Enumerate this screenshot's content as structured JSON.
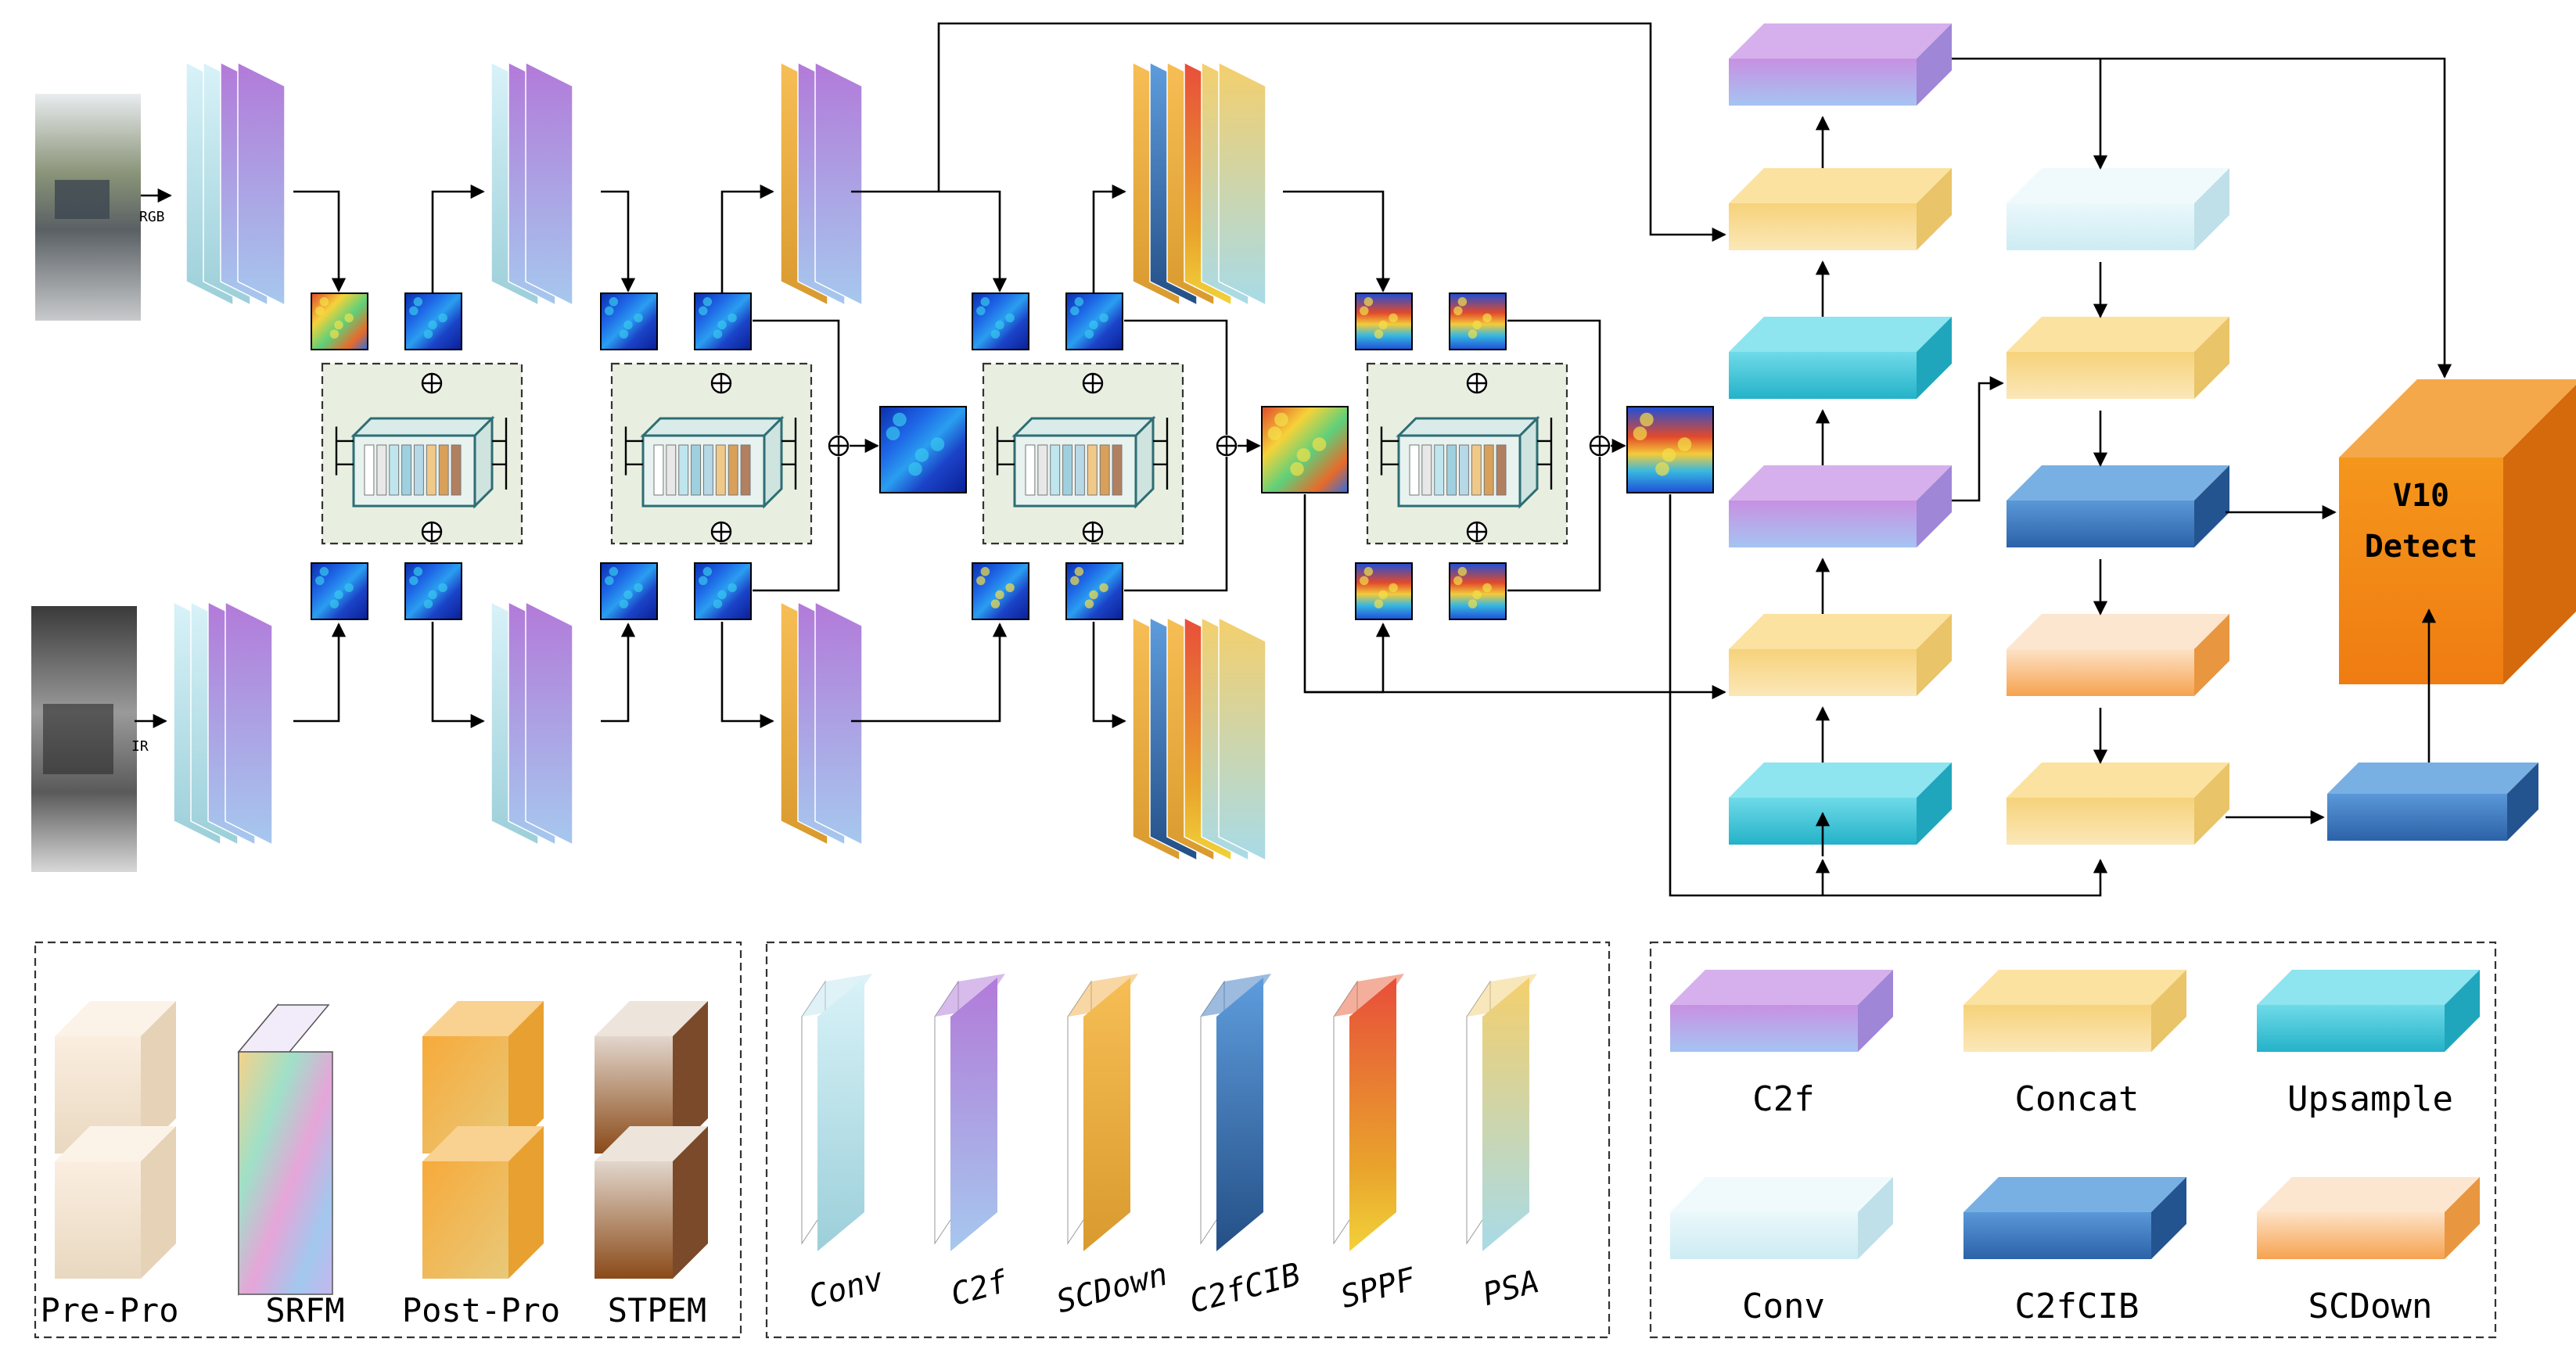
{
  "inputs": {
    "rgb_label": "RGB",
    "ir_label": "IR"
  },
  "head": {
    "detect_line1": "V10",
    "detect_line2": "Detect"
  },
  "legend_modules": [
    {
      "label": "Pre-Pro",
      "icon": "stacked-block"
    },
    {
      "label": "SRFM",
      "icon": "rainbow-slab"
    },
    {
      "label": "Post-Pro",
      "icon": "stacked-block"
    },
    {
      "label": "STPEM",
      "icon": "stacked-block"
    }
  ],
  "legend_layers": [
    {
      "label": "Conv",
      "color": "#bfe6ef"
    },
    {
      "label": "C2f",
      "color": "#b07ad8"
    },
    {
      "label": "SCDown",
      "color": "#f2b04a"
    },
    {
      "label": "C2fCIB",
      "color": "#3a78c0"
    },
    {
      "label": "SPPF",
      "color": "#e8603a"
    },
    {
      "label": "PSA",
      "color": "#f0cf78"
    }
  ],
  "legend_blocks": [
    {
      "label": "C2f",
      "color": "#c58ee0"
    },
    {
      "label": "Concat",
      "color": "#f6d27a"
    },
    {
      "label": "Upsample",
      "color": "#3ec7da"
    },
    {
      "label": "Conv",
      "color": "#d6f1f7"
    },
    {
      "label": "C2fCIB",
      "color": "#3b7cc4"
    },
    {
      "label": "SCDown",
      "color": "#f7b268"
    }
  ],
  "colors": {
    "c2f": "#b07ad8",
    "conv": "#c6e8f0",
    "scdown": "#f2b04a",
    "c2fcib": "#3a78c0",
    "sppf": "#e8603a",
    "psa": "#f0cf78",
    "detect": "#f08a1e",
    "module_bg": "#e9efe0"
  }
}
